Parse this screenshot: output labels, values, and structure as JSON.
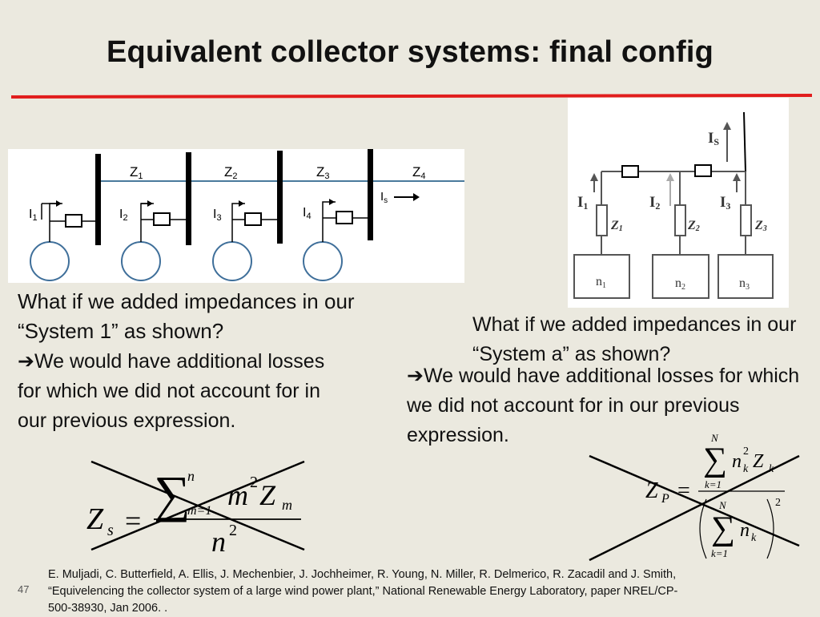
{
  "slide": {
    "title": "Equivalent collector systems: final config",
    "number": "47",
    "accent_color": "#e11d1d"
  },
  "left_diagram": {
    "impedances": [
      "Z",
      "Z",
      "Z",
      "Z"
    ],
    "impedance_subs": [
      "1",
      "2",
      "3",
      "4"
    ],
    "currents": [
      "I",
      "I",
      "I",
      "I"
    ],
    "current_subs": [
      "1",
      "2",
      "3",
      "4"
    ],
    "output_current": "I",
    "output_sub": "s"
  },
  "right_diagram": {
    "output_current": "I",
    "output_sub": "S",
    "currents": [
      "I",
      "I",
      "I"
    ],
    "current_subs": [
      "1",
      "2",
      "3"
    ],
    "impedances": [
      "Z",
      "Z",
      "Z"
    ],
    "impedance_subs": [
      "1",
      "2",
      "3"
    ],
    "boxes": [
      "n",
      "n",
      "n"
    ],
    "box_subs": [
      "1",
      "2",
      "3"
    ]
  },
  "left_text": {
    "question": "What if we added impedances in our “System 1” as shown?",
    "answer_arrow": "➔",
    "answer": "We would have additional losses for which we did not account for in our previous expression."
  },
  "right_text": {
    "question": "What if we added impedances in our “System a” as shown?",
    "answer_arrow": "➔",
    "answer": "We would have additional losses for which we did not account for in our previous expression."
  },
  "formula_left": {
    "lhs": "Z",
    "lhs_sub": "s",
    "eq": "=",
    "sum": "∑",
    "sum_upper": "n",
    "sum_lower": "m=1",
    "term_base": "m",
    "term_exp": "2",
    "term_z": "Z",
    "term_z_sub": "m",
    "den_base": "n",
    "den_exp": "2"
  },
  "formula_right": {
    "lhs": "Z",
    "lhs_sub": "P",
    "eq": "=",
    "sum": "∑",
    "num_upper": "N",
    "num_lower": "k=1",
    "num_base": "n",
    "num_sub": "k",
    "num_exp": "2",
    "num_z": "Z",
    "num_z_sub": "k",
    "den_upper": "N",
    "den_lower": "k=1",
    "den_base": "n",
    "den_sub": "k",
    "den_exp": "2"
  },
  "citation": {
    "line1": "E. Muljadi, C. Butterfield, A. Ellis, J. Mechenbier, J. Jochheimer, R. Young, N. Miller, R. Delmerico, R. Zacadil and J. Smith,",
    "line2": "“Equivelencing the collector system of a large wind power plant,” National Renewable Energy Laboratory, paper NREL/CP-",
    "line3": "500-38930, Jan 2006. ."
  }
}
